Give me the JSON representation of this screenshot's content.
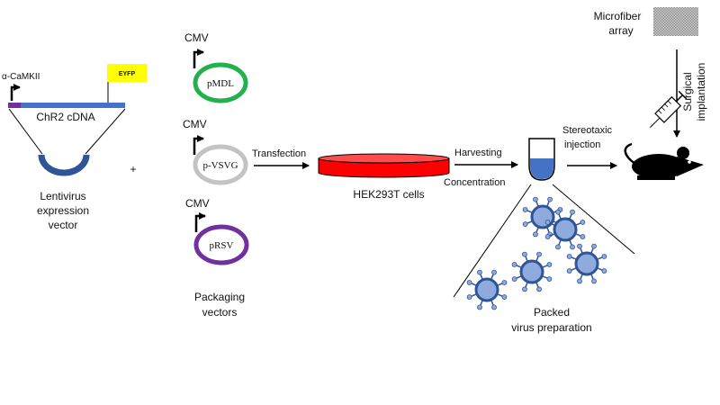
{
  "vector": {
    "promoter": "α-CaMKII",
    "reporter": "EYFP",
    "insert": "ChR2 cDNA",
    "caption_line1": "Lentivirus",
    "caption_line2": "expression",
    "caption_line3": "vector"
  },
  "plus_sign": "+",
  "packaging": {
    "promoter_label": "CMV",
    "plasmids": [
      {
        "name": "pMDL",
        "color": "#22b14c"
      },
      {
        "name": "p-VSVG",
        "color": "#c3c3c3"
      },
      {
        "name": "pRSV",
        "color": "#7030a0"
      }
    ],
    "caption_line1": "Packaging",
    "caption_line2": "vectors"
  },
  "steps": {
    "transfection": "Transfection",
    "cells": "HEK293T  cells",
    "harvesting": "Harvesting",
    "concentration": "Concentration",
    "stereotaxic_line1": "Stereotaxic",
    "stereotaxic_line2": "injection",
    "microfiber_line1": "Microfiber",
    "microfiber_line2": "array",
    "surgical_line1": "Surgical",
    "surgical_line2": "implantation"
  },
  "virus": {
    "caption_line1": "Packed",
    "caption_line2": "virus preparation"
  },
  "colors": {
    "vector_bar": "#4472c4",
    "promoter_segment": "#7030a0",
    "eyfp_box": "#ffff00",
    "dish": "#ff0000",
    "backbone": "#2f5597",
    "virus_fill": "#8faadc",
    "virus_outline": "#2f5597",
    "tube_liquid": "#4472c4",
    "mouse": "#000000",
    "microfiber": "#a6a6a6"
  }
}
